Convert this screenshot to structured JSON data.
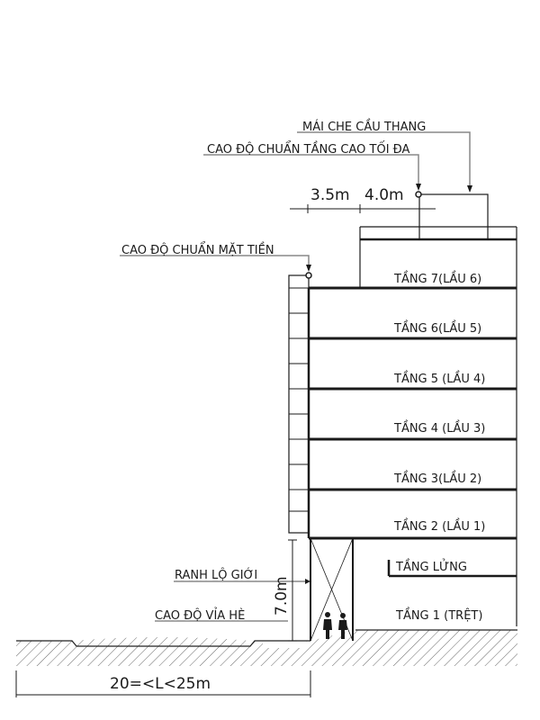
{
  "annotations": {
    "stair_roof": "MÁI CHE CẦU THANG",
    "max_height_level": "CAO ĐỘ CHUẨN TẦNG CAO TỐI ĐA",
    "facade_level": "CAO ĐỘ CHUẨN MẶT TIỀN",
    "boundary": "RANH LỘ GIỚI",
    "sidewalk_level": "CAO ĐỘ VỈA HÈ"
  },
  "floors": [
    {
      "label": "TẦNG 7(LẦU 6)"
    },
    {
      "label": "TẦNG 6(LẦU 5)"
    },
    {
      "label": "TẦNG 5 (LẦU 4)"
    },
    {
      "label": "TẦNG 4 (LẦU 3)"
    },
    {
      "label": "TẦNG 3(LẦU 2)"
    },
    {
      "label": "TẦNG 2 (LẦU 1)"
    },
    {
      "label": "TẦNG LỬNG"
    },
    {
      "label": "TẦNG 1 (TRỆT)"
    }
  ],
  "dimensions": {
    "setback_a": "3.5m",
    "setback_b": "4.0m",
    "ground_floor_height": "7.0m",
    "street_width": "20=<L<25m"
  }
}
